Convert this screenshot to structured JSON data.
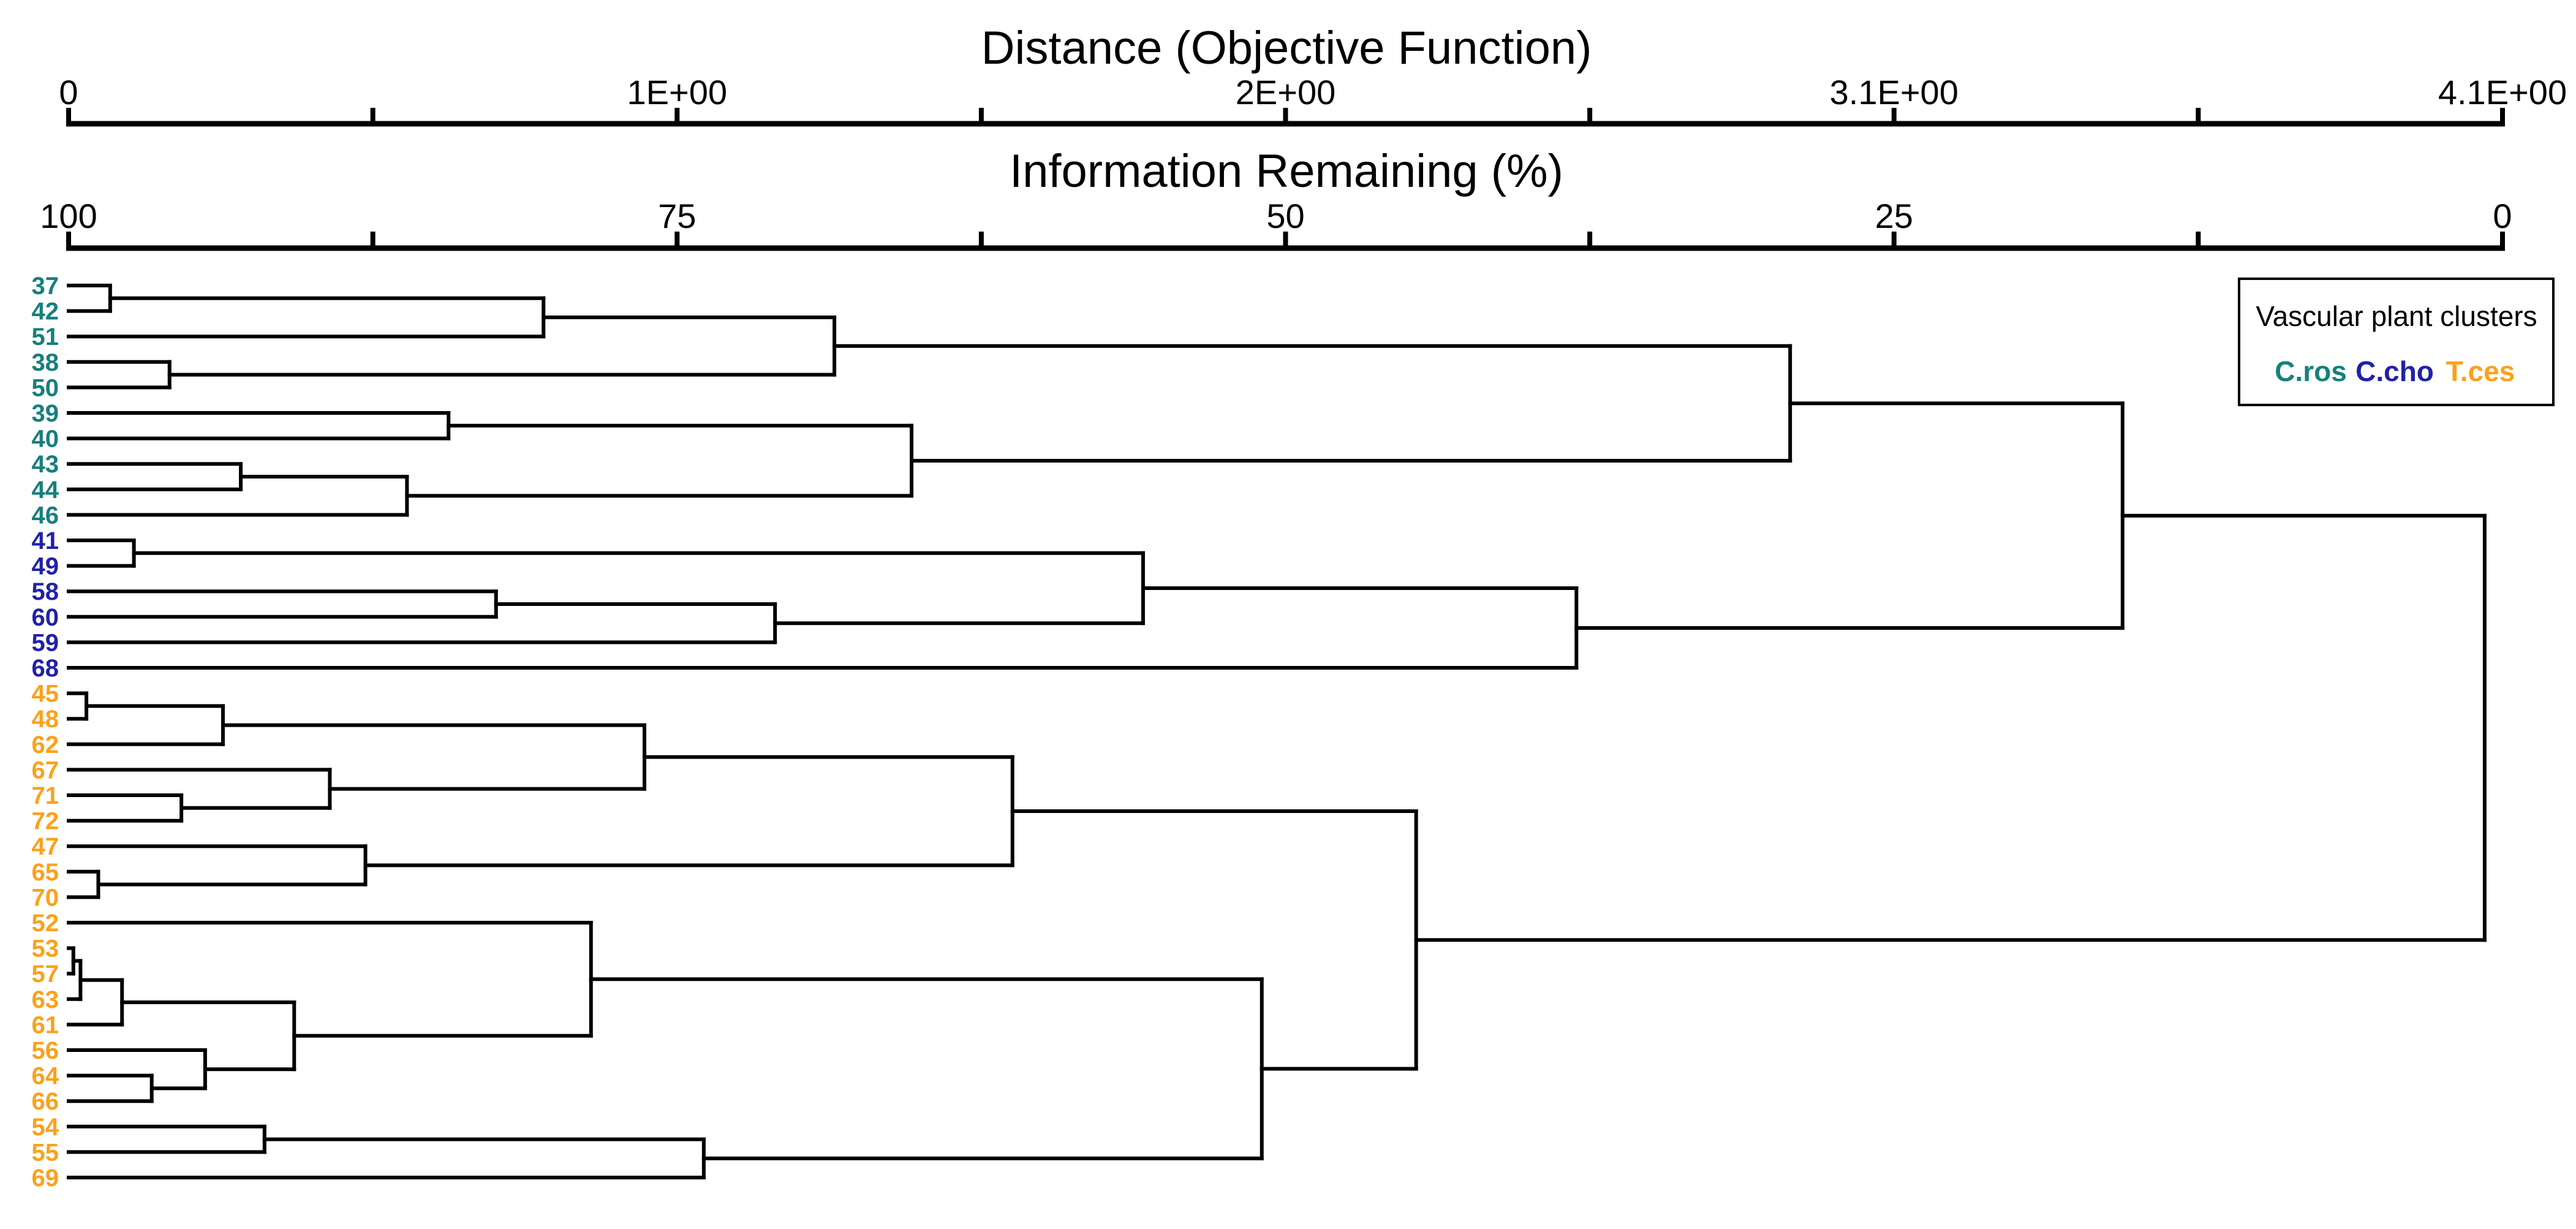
{
  "chart_data": {
    "type": "dendrogram",
    "orientation": "horizontal-left-to-right",
    "background_color": "#ffffff",
    "line_color": "#000000",
    "distance_axis": {
      "title": "Distance (Objective Function)",
      "tick_labels": [
        "0",
        "1E+00",
        "2E+00",
        "3.1E+00",
        "4.1E+00"
      ],
      "tick_fractions": [
        0,
        0.25,
        0.5,
        0.75,
        1
      ],
      "minor_tick_fractions": [
        0.125,
        0.375,
        0.625,
        0.875
      ],
      "range": [
        0,
        4.1
      ]
    },
    "info_axis": {
      "title": "Information Remaining (%)",
      "tick_labels": [
        "100",
        "75",
        "50",
        "25",
        "0"
      ],
      "tick_fractions": [
        0,
        0.25,
        0.5,
        0.75,
        1
      ],
      "minor_tick_fractions": [
        0.125,
        0.375,
        0.625,
        0.875
      ],
      "range": [
        100,
        0
      ]
    },
    "species_colors": {
      "C.ros": "#16807C",
      "C.cho": "#2121A8",
      "T.ces": "#FCA11A"
    },
    "leaves": [
      {
        "label": "37",
        "species": "C.ros"
      },
      {
        "label": "42",
        "species": "C.ros"
      },
      {
        "label": "51",
        "species": "C.ros"
      },
      {
        "label": "38",
        "species": "C.ros"
      },
      {
        "label": "50",
        "species": "C.ros"
      },
      {
        "label": "39",
        "species": "C.ros"
      },
      {
        "label": "40",
        "species": "C.ros"
      },
      {
        "label": "43",
        "species": "C.ros"
      },
      {
        "label": "44",
        "species": "C.ros"
      },
      {
        "label": "46",
        "species": "C.ros"
      },
      {
        "label": "41",
        "species": "C.cho"
      },
      {
        "label": "49",
        "species": "C.cho"
      },
      {
        "label": "58",
        "species": "C.cho"
      },
      {
        "label": "60",
        "species": "C.cho"
      },
      {
        "label": "59",
        "species": "C.cho"
      },
      {
        "label": "68",
        "species": "C.cho"
      },
      {
        "label": "45",
        "species": "T.ces"
      },
      {
        "label": "48",
        "species": "T.ces"
      },
      {
        "label": "62",
        "species": "T.ces"
      },
      {
        "label": "67",
        "species": "T.ces"
      },
      {
        "label": "71",
        "species": "T.ces"
      },
      {
        "label": "72",
        "species": "T.ces"
      },
      {
        "label": "47",
        "species": "T.ces"
      },
      {
        "label": "65",
        "species": "T.ces"
      },
      {
        "label": "70",
        "species": "T.ces"
      },
      {
        "label": "52",
        "species": "T.ces"
      },
      {
        "label": "53",
        "species": "T.ces"
      },
      {
        "label": "57",
        "species": "T.ces"
      },
      {
        "label": "63",
        "species": "T.ces"
      },
      {
        "label": "61",
        "species": "T.ces"
      },
      {
        "label": "56",
        "species": "T.ces"
      },
      {
        "label": "64",
        "species": "T.ces"
      },
      {
        "label": "66",
        "species": "T.ces"
      },
      {
        "label": "54",
        "species": "T.ces"
      },
      {
        "label": "55",
        "species": "T.ces"
      },
      {
        "label": "69",
        "species": "T.ces"
      }
    ],
    "merges": [
      {
        "a": "L0",
        "b": "L1",
        "d": 0.07
      },
      {
        "a": "M1",
        "b": "L2",
        "d": 0.8
      },
      {
        "a": "L3",
        "b": "L4",
        "d": 0.17
      },
      {
        "a": "M2",
        "b": "M3",
        "d": 1.29
      },
      {
        "a": "L5",
        "b": "L6",
        "d": 0.64
      },
      {
        "a": "L7",
        "b": "L8",
        "d": 0.29
      },
      {
        "a": "M6",
        "b": "L9",
        "d": 0.57
      },
      {
        "a": "M5",
        "b": "M7",
        "d": 1.42
      },
      {
        "a": "M4",
        "b": "M8",
        "d": 2.9
      },
      {
        "a": "L10",
        "b": "L11",
        "d": 0.11
      },
      {
        "a": "L12",
        "b": "L13",
        "d": 0.72
      },
      {
        "a": "M11",
        "b": "L14",
        "d": 1.19
      },
      {
        "a": "M10",
        "b": "M12",
        "d": 1.81
      },
      {
        "a": "M13",
        "b": "L15",
        "d": 2.54
      },
      {
        "a": "M9",
        "b": "M14",
        "d": 3.46
      },
      {
        "a": "L16",
        "b": "L17",
        "d": 0.03
      },
      {
        "a": "M16",
        "b": "L18",
        "d": 0.26
      },
      {
        "a": "L20",
        "b": "L21",
        "d": 0.19
      },
      {
        "a": "L19",
        "b": "M18",
        "d": 0.44
      },
      {
        "a": "M17",
        "b": "M19",
        "d": 0.97
      },
      {
        "a": "L23",
        "b": "L24",
        "d": 0.05
      },
      {
        "a": "L22",
        "b": "M21",
        "d": 0.5
      },
      {
        "a": "M20",
        "b": "M22",
        "d": 1.59
      },
      {
        "a": "L26",
        "b": "L27",
        "d": 0.008
      },
      {
        "a": "M24",
        "b": "L28",
        "d": 0.02
      },
      {
        "a": "M25",
        "b": "L29",
        "d": 0.09
      },
      {
        "a": "L31",
        "b": "L32",
        "d": 0.14
      },
      {
        "a": "L30",
        "b": "M27",
        "d": 0.23
      },
      {
        "a": "M26",
        "b": "M28",
        "d": 0.38
      },
      {
        "a": "L25",
        "b": "M29",
        "d": 0.88
      },
      {
        "a": "L33",
        "b": "L34",
        "d": 0.33
      },
      {
        "a": "M31",
        "b": "L35",
        "d": 1.07
      },
      {
        "a": "M30",
        "b": "M32",
        "d": 2.01
      },
      {
        "a": "M23",
        "b": "M33",
        "d": 2.27
      },
      {
        "a": "M15",
        "b": "M34",
        "d": 4.07
      }
    ],
    "legend": {
      "title": "Vascular plant clusters",
      "entries": [
        {
          "label": "C.ros",
          "color_key": "C.ros"
        },
        {
          "label": "C.cho",
          "color_key": "C.cho"
        },
        {
          "label": "T.ces",
          "color_key": "T.ces"
        }
      ]
    }
  }
}
